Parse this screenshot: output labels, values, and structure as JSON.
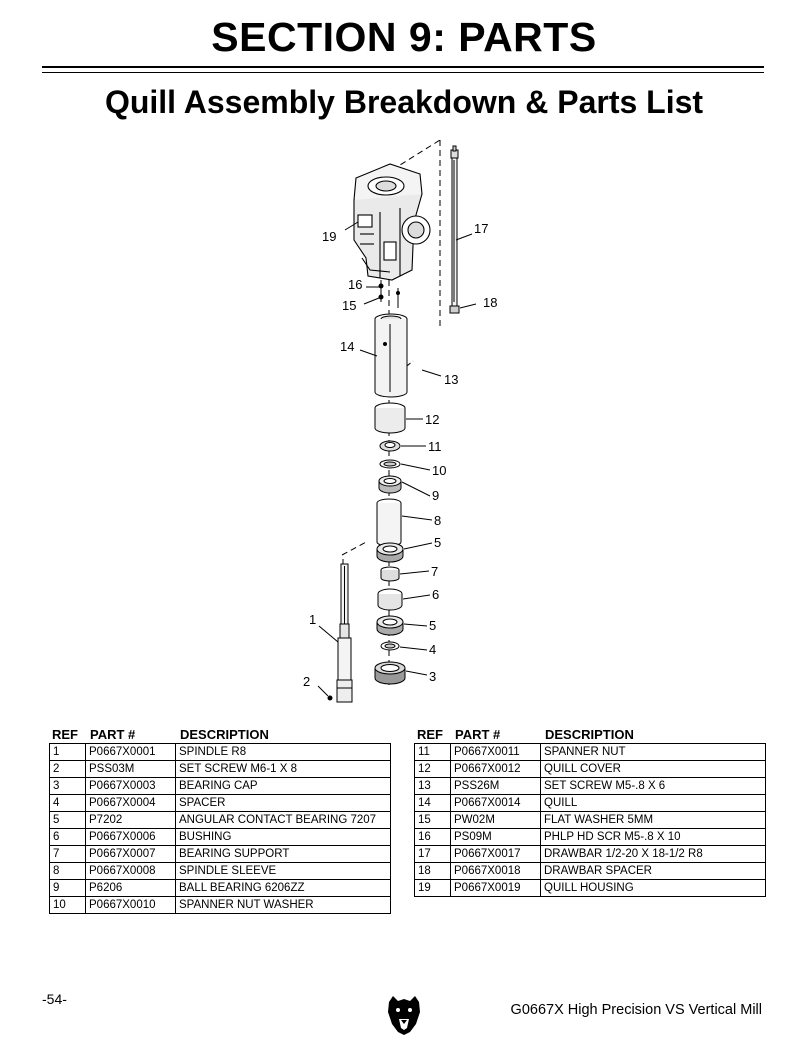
{
  "header": {
    "section_title": "SECTION 9: PARTS",
    "page_title": "Quill Assembly Breakdown & Parts List"
  },
  "callouts": [
    "19",
    "17",
    "18",
    "16",
    "15",
    "14",
    "13",
    "12",
    "11",
    "10",
    "9",
    "8",
    "5",
    "7",
    "6",
    "5",
    "4",
    "1",
    "3",
    "2"
  ],
  "table_headers": {
    "ref": "REF",
    "part": "PART #",
    "desc": "DESCRIPTION"
  },
  "parts_left": [
    {
      "ref": "1",
      "part": "P0667X0001",
      "desc": "SPINDLE R8"
    },
    {
      "ref": "2",
      "part": "PSS03M",
      "desc": "SET SCREW M6-1 X 8"
    },
    {
      "ref": "3",
      "part": "P0667X0003",
      "desc": "BEARING CAP"
    },
    {
      "ref": "4",
      "part": "P0667X0004",
      "desc": "SPACER"
    },
    {
      "ref": "5",
      "part": "P7202",
      "desc": "ANGULAR CONTACT BEARING 7207"
    },
    {
      "ref": "6",
      "part": "P0667X0006",
      "desc": "BUSHING"
    },
    {
      "ref": "7",
      "part": "P0667X0007",
      "desc": "BEARING SUPPORT"
    },
    {
      "ref": "8",
      "part": "P0667X0008",
      "desc": "SPINDLE SLEEVE"
    },
    {
      "ref": "9",
      "part": "P6206",
      "desc": "BALL BEARING 6206ZZ"
    },
    {
      "ref": "10",
      "part": "P0667X0010",
      "desc": "SPANNER NUT WASHER"
    }
  ],
  "parts_right": [
    {
      "ref": "11",
      "part": "P0667X0011",
      "desc": "SPANNER NUT"
    },
    {
      "ref": "12",
      "part": "P0667X0012",
      "desc": "QUILL COVER"
    },
    {
      "ref": "13",
      "part": "PSS26M",
      "desc": "SET SCREW M5-.8 X 6"
    },
    {
      "ref": "14",
      "part": "P0667X0014",
      "desc": "QUILL"
    },
    {
      "ref": "15",
      "part": "PW02M",
      "desc": "FLAT WASHER 5MM"
    },
    {
      "ref": "16",
      "part": "PS09M",
      "desc": "PHLP HD SCR M5-.8 X 10"
    },
    {
      "ref": "17",
      "part": "P0667X0017",
      "desc": "DRAWBAR 1/2-20 X 18-1/2 R8"
    },
    {
      "ref": "18",
      "part": "P0667X0018",
      "desc": "DRAWBAR SPACER"
    },
    {
      "ref": "19",
      "part": "P0667X0019",
      "desc": "QUILL HOUSING"
    }
  ],
  "footer": {
    "page_number": "-54-",
    "model": "G0667X High Precision VS Vertical Mill",
    "logo_icon": "bear-head-icon"
  }
}
